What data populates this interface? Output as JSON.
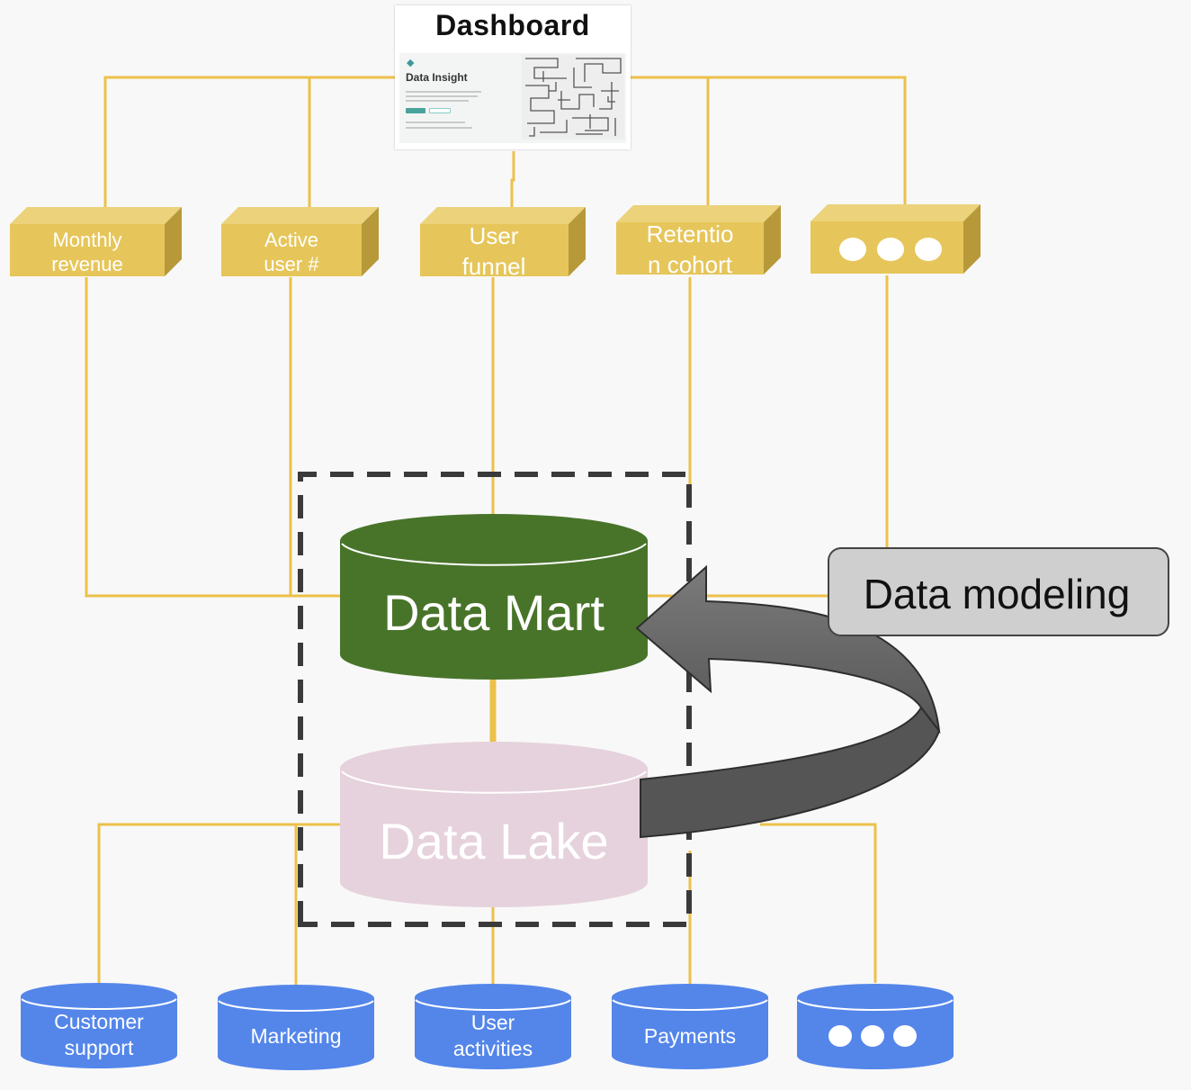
{
  "dashboard": {
    "title": "Dashboard",
    "preview_title": "Data Insight"
  },
  "metrics": [
    {
      "line1": "Monthly",
      "line2": "revenue"
    },
    {
      "line1": "Active",
      "line2": "user #"
    },
    {
      "line1": "User",
      "line2": "funnel"
    },
    {
      "line1": "Retentio",
      "line2": "n cohort"
    },
    {
      "icon": "ellipsis-icon"
    }
  ],
  "data_mart": {
    "label": "Data Mart",
    "color": "#48742a"
  },
  "data_lake": {
    "label": "Data Lake",
    "color": "#e6d2dc"
  },
  "callout": {
    "label": "Data modeling"
  },
  "sources": [
    {
      "line1": "Customer",
      "line2": "support"
    },
    {
      "line1": "Marketing"
    },
    {
      "line1": "User",
      "line2": "activities"
    },
    {
      "line1": "Payments"
    },
    {
      "icon": "ellipsis-icon"
    }
  ],
  "colors": {
    "connector": "#ecc14a",
    "metric_box": "#e6c65a",
    "source_db": "#5486ea",
    "dashed_border": "#3a3a3a",
    "arrow": "#666666",
    "callout_bg": "#cfcfcf"
  }
}
